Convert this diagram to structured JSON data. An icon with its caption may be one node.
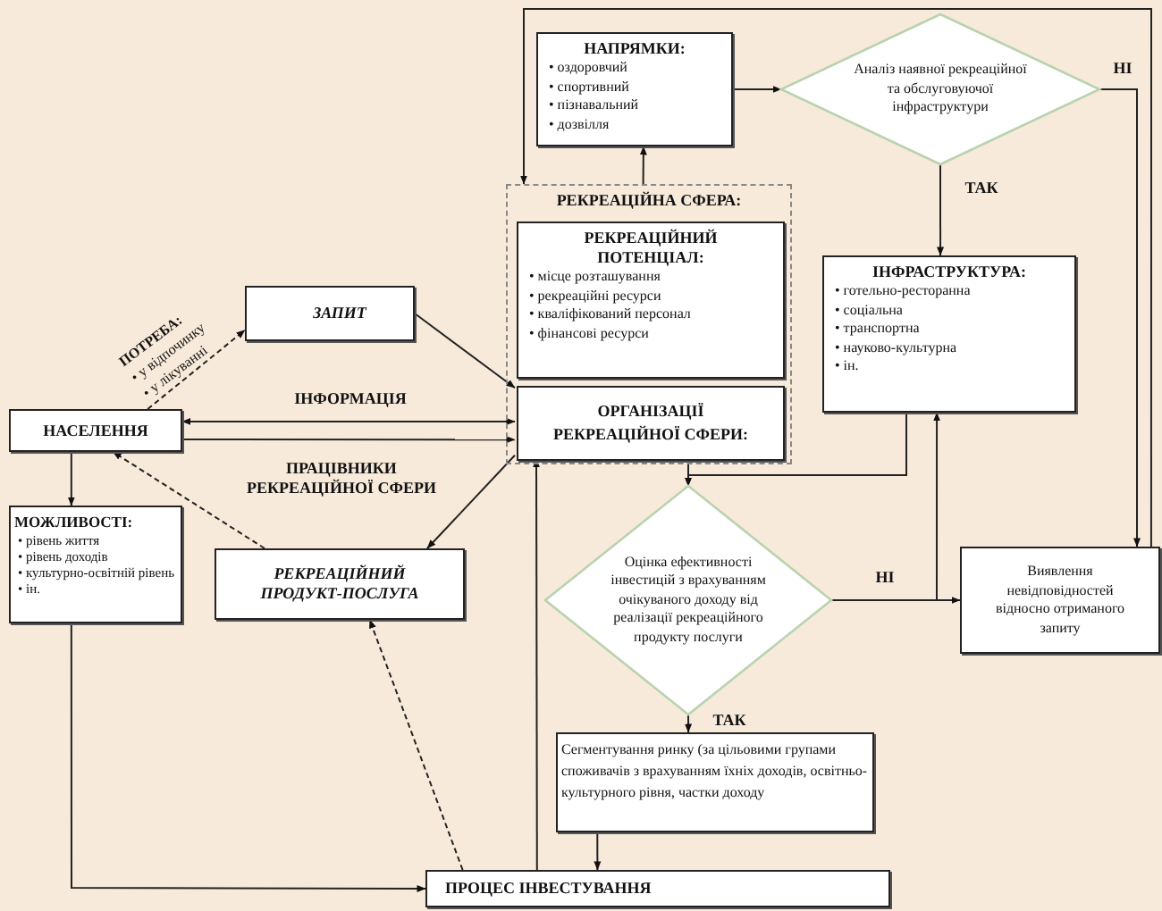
{
  "diagram": {
    "nodes": [
      {
        "text": [
          "НАПРЯМКИ:",
          "• оздоровчий",
          "• спортивний",
          "• пізнавальний",
          "• дозвілля"
        ]
      },
      {
        "text": [
          "Аналіз наявної рекреаційної та обслуговуючої інфраструктури"
        ]
      },
      {
        "text": [
          "РЕКРЕАЦІЙНА СФЕРА:"
        ]
      },
      {
        "text": [
          "РЕКРЕАЦІЙНИЙ ПОТЕНЦІАЛ:",
          "• місце розташування",
          "• рекреаційні ресурси",
          "• кваліфікований персонал",
          "• фінансові ресурси"
        ],
        "in": 2
      },
      {
        "text": [
          "ОРГАНІЗАЦІЇ РЕКРЕАЦІЙНОЇ СФЕРИ:"
        ],
        "in": 2
      },
      {
        "text": [
          "ІНФРАСТРУКТУРА:",
          "• готельно-ресторанна",
          "• соціальна",
          "• транспортна",
          "• науково-культурна",
          "• ін."
        ]
      },
      {
        "text": [
          "ЗАПИТ"
        ]
      },
      {
        "text": [
          "НАСЕЛЕННЯ"
        ]
      },
      {
        "text": [
          "МОЖЛИВОСТІ:",
          "• рівень життя",
          "• рівень доходів",
          "• культурно-освітній рівень",
          "• ін."
        ]
      },
      {
        "text": [
          "РЕКРЕАЦІЙНИЙ ПРОДУКТ-ПОСЛУГА"
        ]
      },
      {
        "text": [
          "Оцінка ефективності інвестицій з врахуванням очікуваного доходу від реалізації рекреаційного продукту послуги"
        ]
      },
      {
        "text": [
          "Виявлення невідповідностей відносно отриманого запиту"
        ]
      },
      {
        "text": [
          "Сегментування ринку (за цільовими групами споживачів з врахуванням їхніх доходів, освітньо-культурного рівня, частки доходу"
        ]
      },
      {
        "text": [
          "ПРОЦЕС ІНВЕСТУВАННЯ"
        ]
      }
    ],
    "edges": [
      {
        "from": 7,
        "to": 6,
        "arrow": "to",
        "style": "dashed",
        "label": "**ПОТРЕБА:** • у відпочинку • у лікуванні"
      },
      {
        "from": 6,
        "to": 4,
        "arrow": "to"
      },
      {
        "from": 7,
        "to": 4,
        "arrow": "both",
        "label": "ІНФОРМАЦІЯ"
      },
      {
        "from": 7,
        "to": 4,
        "arrow": "to",
        "label": "ПРАЦІВНИКИ РЕКРЕАЦІЙНОЇ СФЕРИ"
      },
      {
        "from": 7,
        "to": 8,
        "arrow": "to"
      },
      {
        "from": 9,
        "to": 7,
        "arrow": "to",
        "style": "dashed"
      },
      {
        "from": 4,
        "to": 9,
        "arrow": "to"
      },
      {
        "from": 8,
        "to": 13,
        "arrow": "to"
      },
      {
        "from": 13,
        "to": 9,
        "arrow": "to",
        "style": "dashed"
      },
      {
        "from": 13,
        "to": 4,
        "arrow": "to"
      },
      {
        "from": 12,
        "to": 13,
        "arrow": "to"
      },
      {
        "from": 10,
        "to": 12,
        "arrow": "to",
        "label": "ТАК"
      },
      {
        "from": 10,
        "to": 11,
        "arrow": "to",
        "label": "НІ"
      },
      {
        "from": 10,
        "to": 5,
        "arrow": "to"
      },
      {
        "from": 5,
        "to": 10,
        "arrow": "to"
      },
      {
        "from": 2,
        "to": 10,
        "arrow": "to"
      },
      {
        "from": 2,
        "to": 0,
        "arrow": "to"
      },
      {
        "from": 0,
        "to": 1,
        "arrow": "to"
      },
      {
        "from": 1,
        "to": 5,
        "arrow": "to",
        "label": "ТАК"
      },
      {
        "from": 1,
        "to": 11,
        "arrow": "to",
        "label": "НІ"
      },
      {
        "from": 11,
        "to": 2,
        "arrow": "to"
      }
    ]
  }
}
